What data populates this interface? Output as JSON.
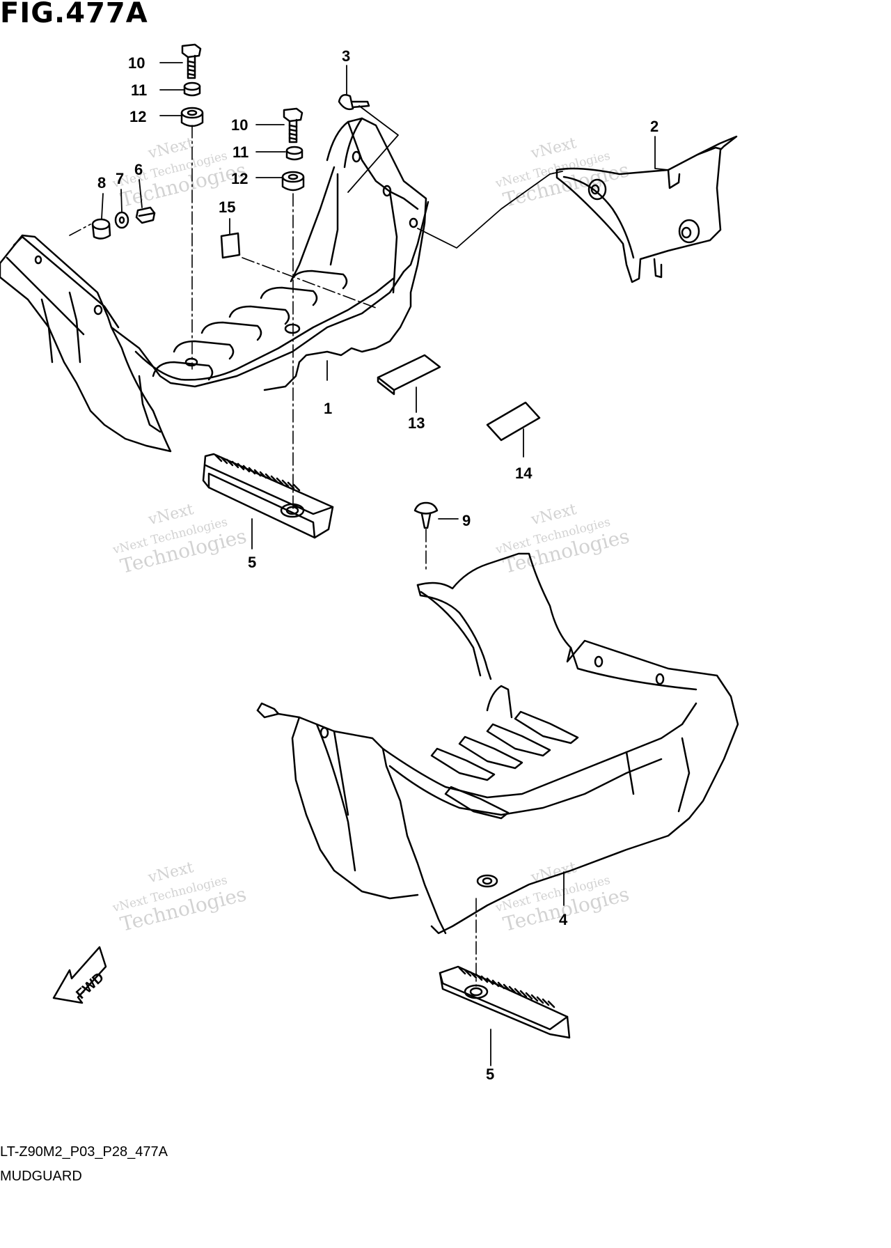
{
  "figure": {
    "title": "FIG.477A",
    "code": "LT-Z90M2_P03_P28_477A",
    "name": "MUDGUARD"
  },
  "callouts": {
    "c1": "1",
    "c2": "2",
    "c3": "3",
    "c4": "4",
    "c5a": "5",
    "c5b": "5",
    "c6": "6",
    "c7": "7",
    "c8": "8",
    "c9": "9",
    "c10a": "10",
    "c10b": "10",
    "c11a": "11",
    "c11b": "11",
    "c12a": "12",
    "c12b": "12",
    "c13": "13",
    "c14": "14",
    "c15": "15"
  },
  "watermark": {
    "line1": "vNext",
    "line2": "vNext Technologies",
    "line3": "Technologies"
  },
  "direction": {
    "label": "FWD",
    "icon": "fwd-arrow-icon"
  }
}
